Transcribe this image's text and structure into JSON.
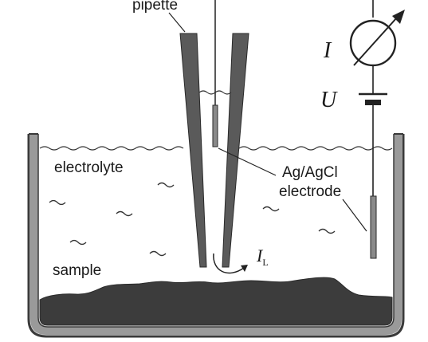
{
  "labels": {
    "pipette": "pipette",
    "electrolyte": "electrolyte",
    "electrode_line1": "Ag/AgCl",
    "electrode_line2": "electrode",
    "sample": "sample",
    "current_symbol": "I",
    "voltage_symbol": "U",
    "ion_current": "I",
    "ion_current_subscript": "L"
  },
  "colors": {
    "outline": "#3a3a3a",
    "pipette_fill": "#5a5a5a",
    "sample_fill": "#3c3c3c",
    "container_fill": "#9a9a9a",
    "electrode_fill": "#8a8a8a",
    "text": "#1a1a1a"
  }
}
